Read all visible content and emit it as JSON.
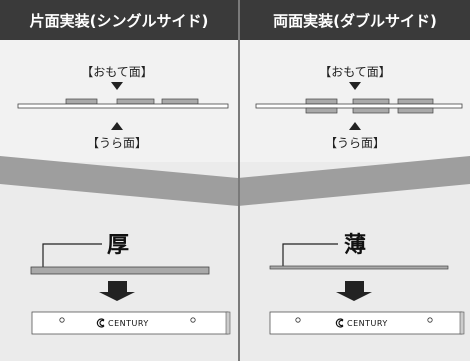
{
  "colors": {
    "header_bg": "#3a3a3a",
    "divider": "#7a7a7a",
    "top_panel_bg": "#f2f2f2",
    "wave_band": "#9e9e9e",
    "bottom_panel_bg": "#ebebeb",
    "board": "#ffffff",
    "chip": "#a9a9a9",
    "arrow": "#222222"
  },
  "columns": [
    {
      "title": "片面実装(シングルサイド)",
      "top_label": "【おもて面】",
      "bottom_label": "【うら面】",
      "thickness_label": "厚",
      "thickness": "thick",
      "double_sided": false,
      "logo_text": "CENTURY"
    },
    {
      "title": "両面実装(ダブルサイド)",
      "top_label": "【おもて面】",
      "bottom_label": "【うら面】",
      "thickness_label": "薄",
      "thickness": "thin",
      "double_sided": true,
      "logo_text": "CENTURY"
    }
  ]
}
